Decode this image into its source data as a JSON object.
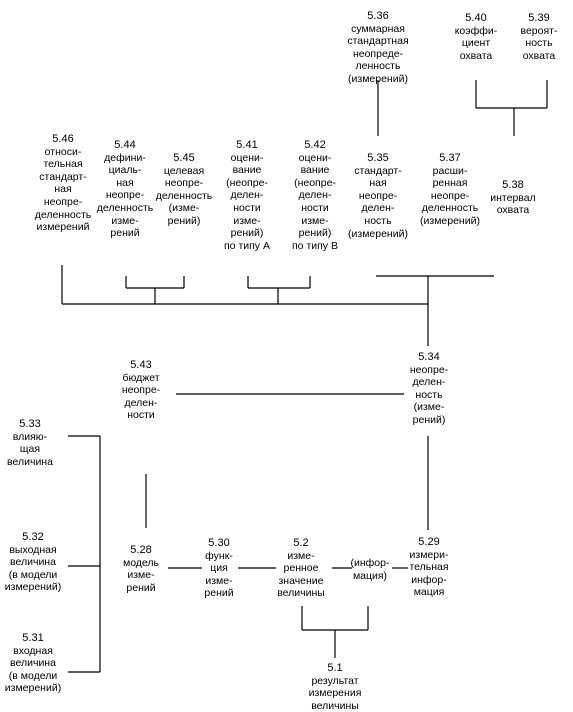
{
  "nodes": {
    "n5_36": {
      "num": "5.36",
      "lines": [
        "суммарная",
        "стандартная",
        "неопреде-",
        "ленность",
        "(измерений)"
      ]
    },
    "n5_40": {
      "num": "5.40",
      "lines": [
        "коэффи-",
        "циент",
        "охвата"
      ]
    },
    "n5_39": {
      "num": "5.39",
      "lines": [
        "вероят-",
        "ность",
        "охвата"
      ]
    },
    "n5_46": {
      "num": "5.46",
      "lines": [
        "относи-",
        "тельная",
        "стандарт-",
        "ная",
        "неопре-",
        "деленность",
        "измерений"
      ]
    },
    "n5_44": {
      "num": "5.44",
      "lines": [
        "дефини-",
        "циаль-",
        "ная",
        "неопре-",
        "деленность",
        "изме-",
        "рений"
      ]
    },
    "n5_45": {
      "num": "5.45",
      "lines": [
        "целевая",
        "неопре-",
        "деленность",
        "(изме-",
        "рений)"
      ]
    },
    "n5_41": {
      "num": "5.41",
      "lines": [
        "оцени-",
        "вание",
        "(неопре-",
        "делен-",
        "ности",
        "изме-",
        "рений)",
        "по типу A"
      ]
    },
    "n5_42": {
      "num": "5.42",
      "lines": [
        "оцени-",
        "вание",
        "(неопре-",
        "делен-",
        "ности",
        "изме-",
        "рений)",
        "по типу B"
      ]
    },
    "n5_35": {
      "num": "5.35",
      "lines": [
        "стандарт-",
        "ная",
        "неопре-",
        "делен-",
        "ность",
        "(измерений)"
      ]
    },
    "n5_37": {
      "num": "5.37",
      "lines": [
        "расши-",
        "ренная",
        "неопре-",
        "деленность",
        "(измерений)"
      ]
    },
    "n5_38": {
      "num": "5.38",
      "lines": [
        "интервал",
        "охвата"
      ]
    },
    "n5_43": {
      "num": "5.43",
      "lines": [
        "бюджет",
        "неопре-",
        "делен-",
        "ности"
      ]
    },
    "n5_34": {
      "num": "5.34",
      "lines": [
        "неопре-",
        "делен-",
        "ность",
        "(изме-",
        "рений)"
      ]
    },
    "n5_33": {
      "num": "5.33",
      "lines": [
        "влияю-",
        "щая",
        "величина"
      ]
    },
    "n5_32": {
      "num": "5.32",
      "lines": [
        "выходная",
        "величина",
        "(в модели",
        "измерений)"
      ]
    },
    "n5_31": {
      "num": "5.31",
      "lines": [
        "входная",
        "величина",
        "(в модели",
        "измерений)"
      ]
    },
    "n5_28": {
      "num": "5.28",
      "lines": [
        "модель",
        "изме-",
        "рений"
      ]
    },
    "n5_30": {
      "num": "5.30",
      "lines": [
        "функ-",
        "ция",
        "изме-",
        "рений"
      ]
    },
    "n5_2": {
      "num": "5.2",
      "lines": [
        "изме-",
        "ренное",
        "значение",
        "величины"
      ]
    },
    "info": {
      "num": "",
      "lines": [
        "(инфор-",
        "мация)"
      ]
    },
    "n5_29": {
      "num": "5.29",
      "lines": [
        "измери-",
        "тельная",
        "инфор-",
        "мация"
      ]
    },
    "n5_1": {
      "num": "5.1",
      "lines": [
        "результат",
        "измерения",
        "величины"
      ]
    }
  }
}
